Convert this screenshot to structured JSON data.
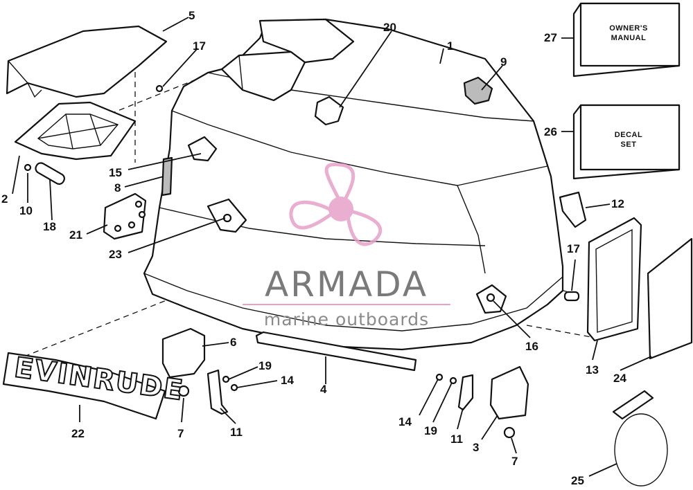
{
  "watermark": {
    "title": "ARMADA",
    "subtitle": "marine outboards",
    "accent_color": "#e7a0c8"
  },
  "boxes": {
    "owners_manual": [
      "OWNER'S",
      "MANUAL"
    ],
    "decal_set": [
      "DECAL",
      "SET"
    ]
  },
  "brand_decal": "EVINRUDE",
  "callouts": [
    {
      "id": "1",
      "label": "1"
    },
    {
      "id": "2",
      "label": "2"
    },
    {
      "id": "3",
      "label": "3"
    },
    {
      "id": "4",
      "label": "4"
    },
    {
      "id": "5",
      "label": "5"
    },
    {
      "id": "6",
      "label": "6"
    },
    {
      "id": "7a",
      "label": "7"
    },
    {
      "id": "7b",
      "label": "7"
    },
    {
      "id": "8",
      "label": "8"
    },
    {
      "id": "9",
      "label": "9"
    },
    {
      "id": "10",
      "label": "10"
    },
    {
      "id": "11a",
      "label": "11"
    },
    {
      "id": "11b",
      "label": "11"
    },
    {
      "id": "12",
      "label": "12"
    },
    {
      "id": "13",
      "label": "13"
    },
    {
      "id": "14a",
      "label": "14"
    },
    {
      "id": "14b",
      "label": "14"
    },
    {
      "id": "15",
      "label": "15"
    },
    {
      "id": "16",
      "label": "16"
    },
    {
      "id": "17a",
      "label": "17"
    },
    {
      "id": "17b",
      "label": "17"
    },
    {
      "id": "18",
      "label": "18"
    },
    {
      "id": "19a",
      "label": "19"
    },
    {
      "id": "19b",
      "label": "19"
    },
    {
      "id": "20",
      "label": "20"
    },
    {
      "id": "21",
      "label": "21"
    },
    {
      "id": "22",
      "label": "22"
    },
    {
      "id": "23",
      "label": "23"
    },
    {
      "id": "24",
      "label": "24"
    },
    {
      "id": "25",
      "label": "25"
    },
    {
      "id": "26",
      "label": "26"
    },
    {
      "id": "27",
      "label": "27"
    }
  ]
}
